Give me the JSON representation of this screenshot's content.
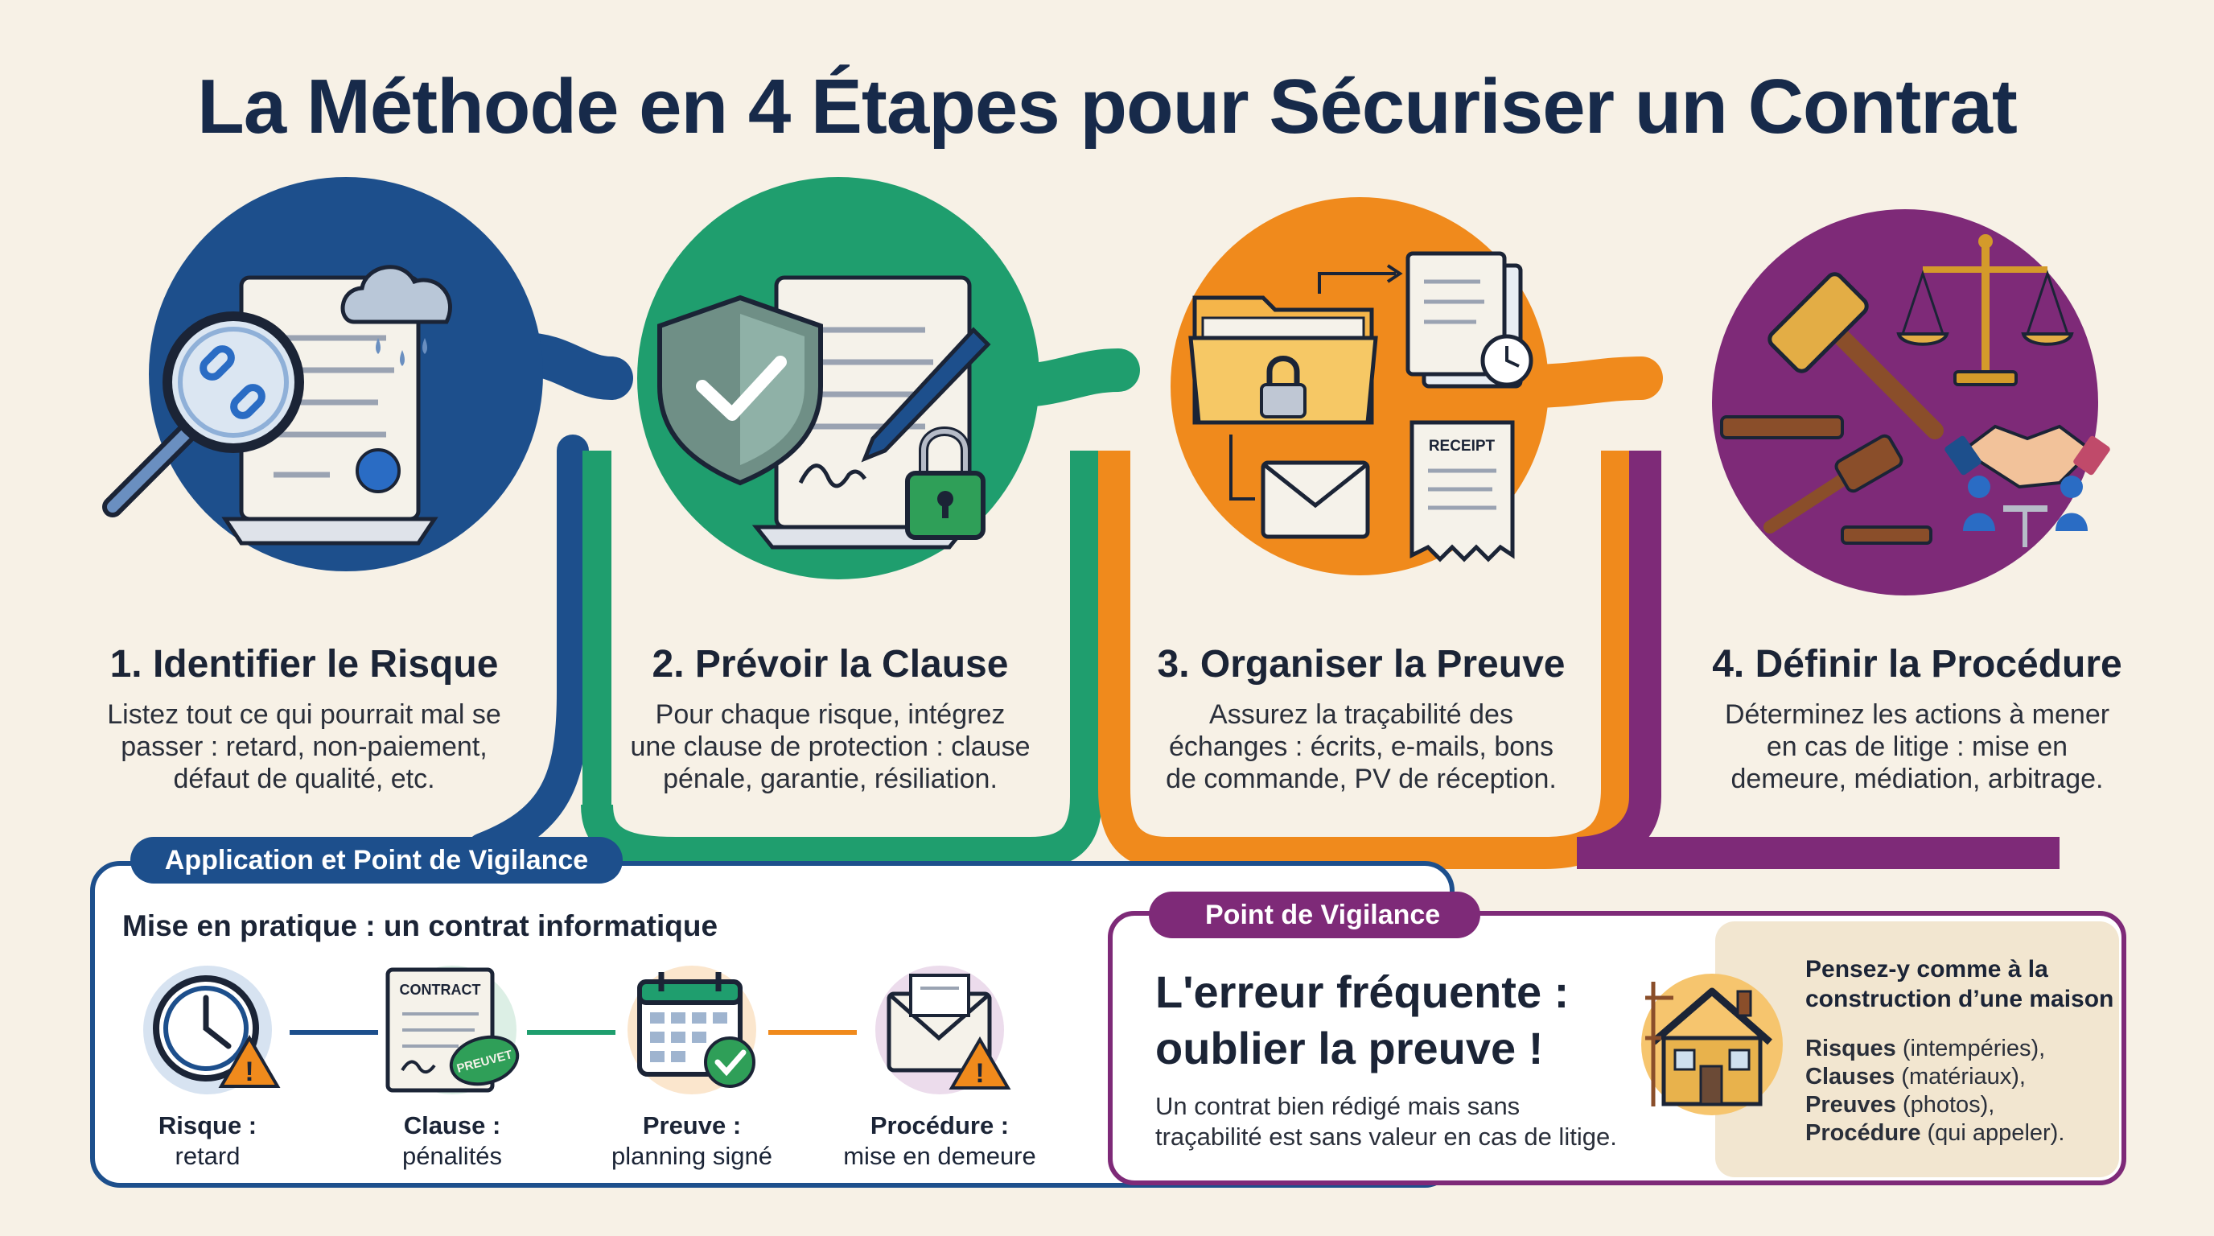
{
  "title": "La Méthode en 4 Étapes pour Sécuriser un Contrat",
  "colors": {
    "step1": "#1d4f8c",
    "step2": "#1f9e6e",
    "step3": "#f08a1c",
    "step4": "#7e2a78",
    "bg": "#f7f1e6"
  },
  "steps": [
    {
      "title": "1. Identifier le Risque",
      "desc1": "Listez tout ce qui pourrait mal se",
      "desc2": "passer : retard, non-paiement,",
      "desc3": "défaut de qualité, etc."
    },
    {
      "title": "2. Prévoir la Clause",
      "desc1": "Pour chaque risque, intégrez",
      "desc2": "une clause de protection : clause",
      "desc3": "pénale, garantie, résiliation."
    },
    {
      "title": "3. Organiser la Preuve",
      "desc1": "Assurez la traçabilité des",
      "desc2": "échanges : écrits, e-mails, bons",
      "desc3": "de commande, PV de réception.",
      "receipt_label": "RECEIPT"
    },
    {
      "title": "4. Définir la Procédure",
      "desc1": "Déterminez les actions à mener",
      "desc2": "en cas de litige : mise en",
      "desc3": "demeure, médiation, arbitrage."
    }
  ],
  "application": {
    "label": "Application et Point de Vigilance",
    "subtitle": "Mise en pratique : un contrat informatique",
    "items": [
      {
        "bold": "Risque :",
        "text": "retard"
      },
      {
        "bold": "Clause :",
        "text": "pénalités",
        "doc_label": "CONTRACT",
        "stamp_label": "PREUVET"
      },
      {
        "bold": "Preuve :",
        "text": "planning signé"
      },
      {
        "bold": "Procédure :",
        "text": "mise en demeure"
      }
    ]
  },
  "vigilance": {
    "label": "Point de Vigilance",
    "heading1": "L'erreur fréquente :",
    "heading2": "oublier la preuve !",
    "desc1": "Un contrat bien rédigé mais sans",
    "desc2": "traçabilité est sans valeur en cas de litige.",
    "tip_title1": "Pensez-y comme à la",
    "tip_title2": "construction d’une maison",
    "tips": [
      {
        "bold": "Risques",
        "text": " (intempéries),"
      },
      {
        "bold": "Clauses",
        "text": " (matériaux),"
      },
      {
        "bold": "Preuves",
        "text": " (photos),"
      },
      {
        "bold": "Procédure",
        "text": " (qui appeler)."
      }
    ]
  }
}
